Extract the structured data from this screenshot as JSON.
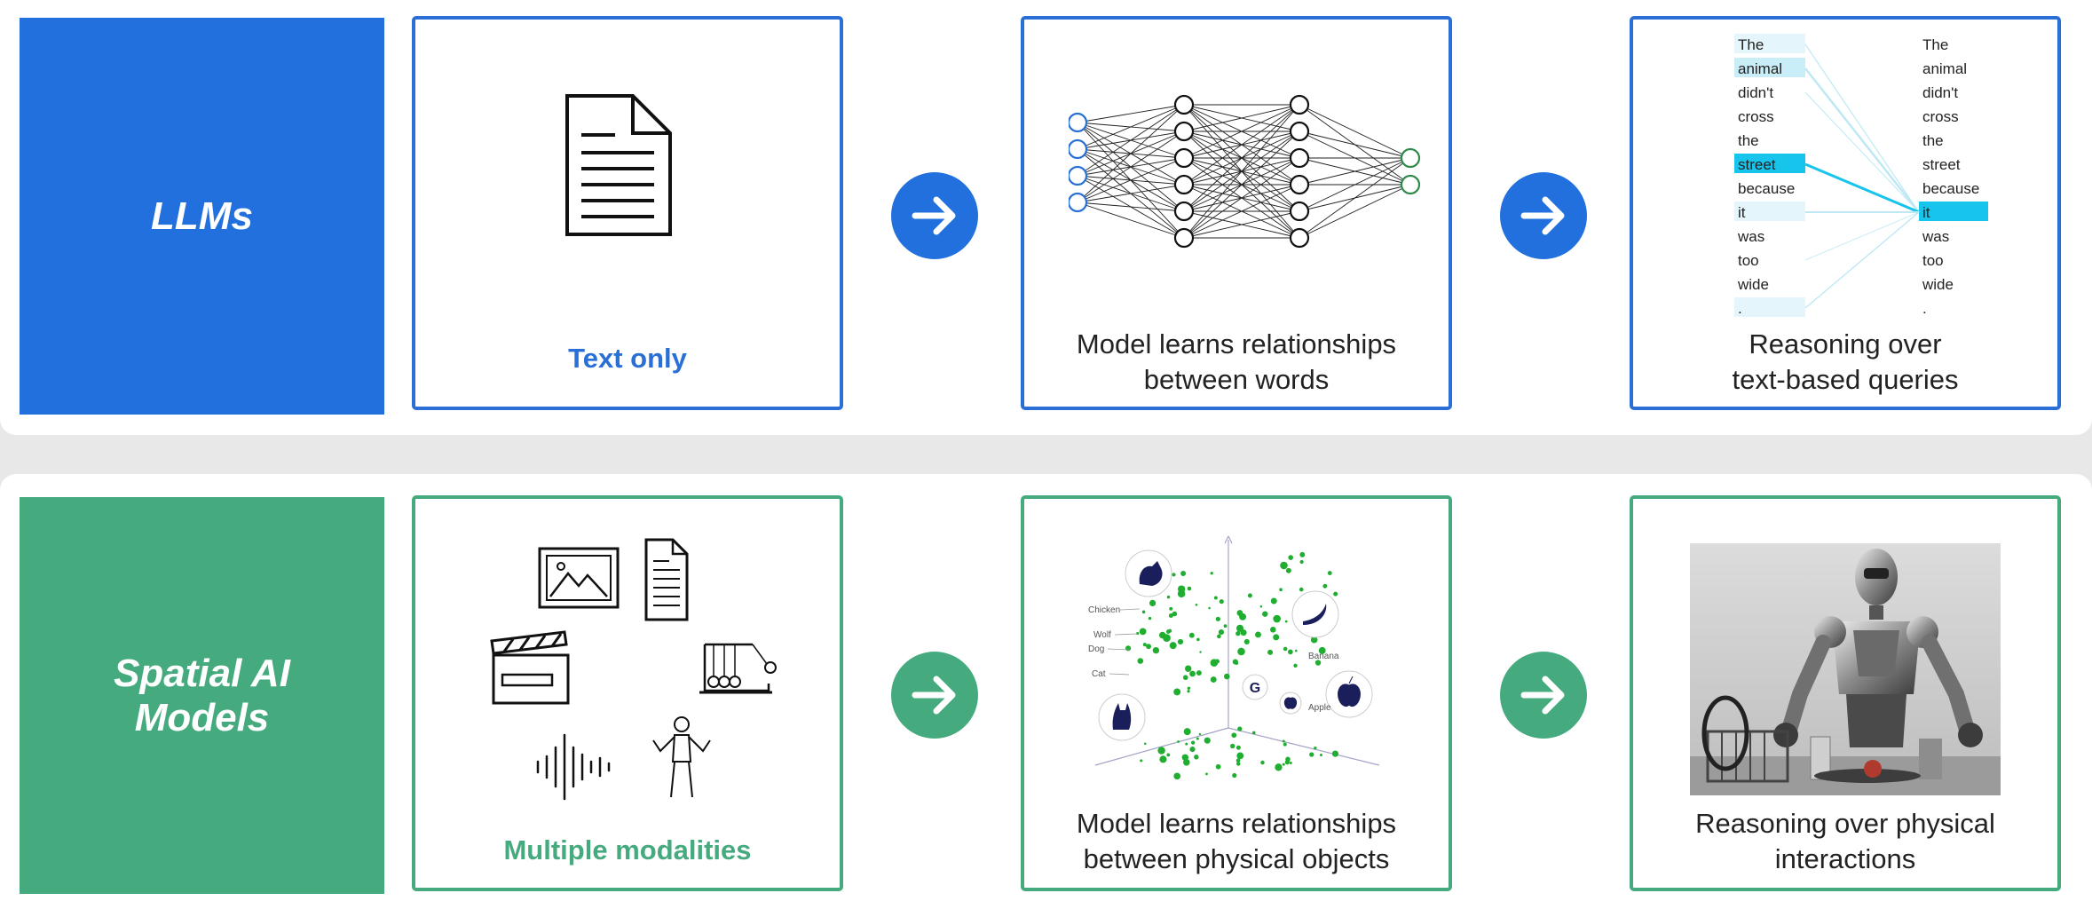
{
  "llm_row": {
    "label": "LLMs",
    "card1_caption": "Text only",
    "card2_caption": "Model learns relationships\nbetween words",
    "card3_caption": "Reasoning over\ntext-based queries",
    "attention_words_left": [
      "The",
      "animal",
      "didn't",
      "cross",
      "the",
      "street",
      "because",
      "it",
      "was",
      "too",
      "wide",
      "."
    ],
    "attention_words_right": [
      "The",
      "animal",
      "didn't",
      "cross",
      "the",
      "street",
      "because",
      "it",
      "was",
      "too",
      "wide",
      "."
    ]
  },
  "spatial_row": {
    "label": "Spatial AI\nModels",
    "card1_caption": "Multiple modalities",
    "card2_caption": "Model learns relationships\nbetween physical objects",
    "card3_caption": "Reasoning over physical\ninteractions",
    "scatter_labels": [
      "Chicken",
      "Wolf",
      "Dog",
      "Cat",
      "Banana",
      "Apple"
    ]
  },
  "icons": {
    "document": "document-icon",
    "network": "neural-network-diagram",
    "arrow": "arrow-right-icon",
    "image": "image-icon",
    "clapperboard": "clapperboard-icon",
    "newtons_cradle": "newtons-cradle-icon",
    "audio": "audio-waveform-icon",
    "mannequin": "mannequin-icon",
    "robot": "humanoid-robot-photo"
  },
  "colors": {
    "blue": "#2170de",
    "green": "#45ab7e",
    "attention": "#16c4ec",
    "scatter": "#1fae2f"
  }
}
